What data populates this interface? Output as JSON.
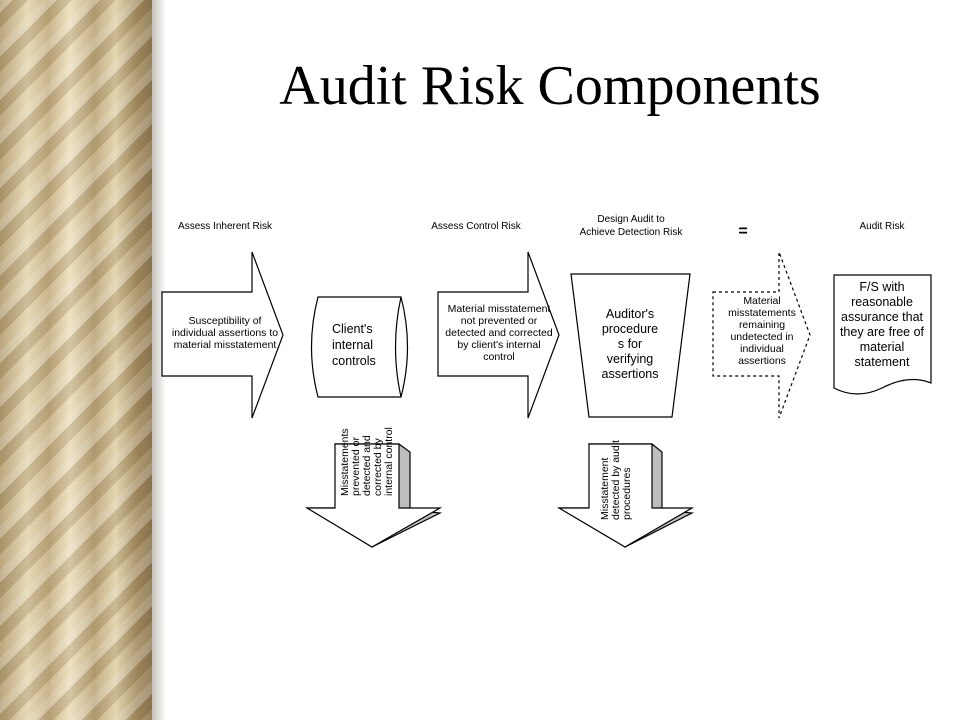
{
  "slide": {
    "title": "Audit Risk Components"
  },
  "columns": {
    "inherent": "Assess Inherent Risk",
    "control": "Assess Control Risk",
    "design": [
      "Design Audit to",
      "Achieve Detection Risk"
    ],
    "equals": "=",
    "audit_risk": "Audit Risk"
  },
  "shapes": {
    "inherent_arrow": [
      "Susceptibility of",
      "individual assertions to",
      "material misstatement"
    ],
    "client_controls": [
      "Client's",
      "internal",
      "controls"
    ],
    "control_arrow": [
      "Material misstatement",
      "not prevented or",
      "detected and corrected",
      "by client's internal",
      "control"
    ],
    "auditor_procedures": [
      "Auditor's",
      "procedure",
      "s for",
      "verifying",
      "assertions"
    ],
    "remaining_arrow": [
      "Material",
      "misstatements",
      "remaining",
      "undetected in",
      "individual",
      "assertions"
    ],
    "fs_document": [
      "F/S with",
      "reasonable",
      "assurance that",
      "they are free of",
      "material",
      "statement"
    ],
    "prevented_arrow": [
      "Misstatements",
      "prevented or",
      "detected and",
      "corrected by",
      "internal control"
    ],
    "detected_arrow": [
      "Misstatement",
      "detected by audit",
      "procedures"
    ]
  }
}
